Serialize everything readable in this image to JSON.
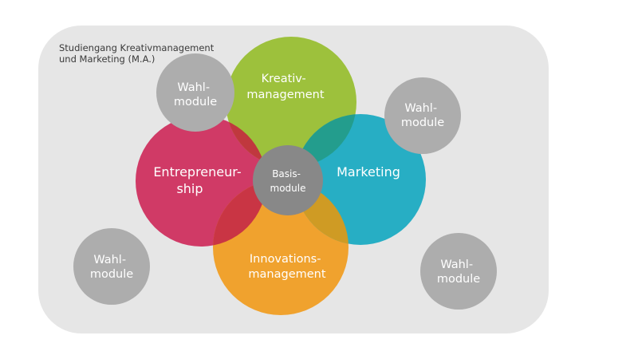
{
  "program": {
    "title_line1": "Studiengang Kreativmanagement",
    "title_line2": "und Marketing (M.A.)"
  },
  "core_modules": {
    "kreativ": {
      "line1": "Kreativ-",
      "line2": "management",
      "color": "#9dc13c"
    },
    "marketing": {
      "line1": "Marketing",
      "color": "#27aec4"
    },
    "innovation": {
      "line1": "Innovations-",
      "line2": "management",
      "color": "#f0a22e"
    },
    "entrepreneurship": {
      "line1": "Entrepreneur-",
      "line2": "ship",
      "color": "#d03a66"
    }
  },
  "basis": {
    "line1": "Basis-",
    "line2": "module",
    "color": "#888888"
  },
  "electives": [
    {
      "line1": "Wahl-",
      "line2": "module"
    },
    {
      "line1": "Wahl-",
      "line2": "module"
    },
    {
      "line1": "Wahl-",
      "line2": "module"
    },
    {
      "line1": "Wahl-",
      "line2": "module"
    }
  ],
  "colors": {
    "panel": "#e6e6e6",
    "elective": "#adadad",
    "overlap_kreativ_entre": "#c0383e",
    "overlap_kreativ_marketing": "#239d8d",
    "overlap_marketing_innovation": "#cf9b24",
    "overlap_innovation_entre": "#c93544"
  }
}
